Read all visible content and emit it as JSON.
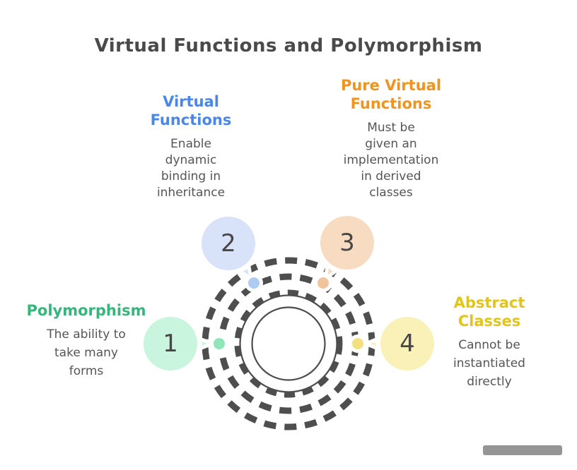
{
  "title": "Virtual Functions and Polymorphism",
  "colors": {
    "background": "#ffffff",
    "title_text": "#4a4a4a",
    "body_text": "#555555",
    "ring_dash": "#3b3b3b",
    "center_ring": "#ffffff"
  },
  "groups": {
    "polymorphism": {
      "number": "1",
      "heading": "Polymorphism",
      "heading_lines": [
        "Polymorphism"
      ],
      "body": "The ability to take many forms",
      "body_lines": [
        "The ability to",
        "take many",
        "forms"
      ],
      "accent": "#35b67c",
      "circle_fill": "#c9f4dd",
      "dot_fill": "#8fe6b8"
    },
    "virtual_functions": {
      "number": "2",
      "heading": "Virtual Functions",
      "heading_lines": [
        "Virtual",
        "Functions"
      ],
      "body": "Enable dynamic binding in inheritance",
      "body_lines": [
        "Enable",
        "dynamic",
        "binding in",
        "inheritance"
      ],
      "accent": "#4b87e8",
      "circle_fill": "#d8e2f8",
      "dot_fill": "#aecbf2"
    },
    "pure_virtual_functions": {
      "number": "3",
      "heading": "Pure Virtual Functions",
      "heading_lines": [
        "Pure Virtual",
        "Functions"
      ],
      "body": "Must be given an implementation in derived classes",
      "body_lines": [
        "Must be",
        "given an",
        "implementation",
        "in derived",
        "classes"
      ],
      "accent": "#f0941f",
      "circle_fill": "#f8dcc2",
      "dot_fill": "#f2c49c"
    },
    "abstract_classes": {
      "number": "4",
      "heading": "Abstract Classes",
      "heading_lines": [
        "Abstract",
        "Classes"
      ],
      "body": "Cannot be instantiated directly",
      "body_lines": [
        "Cannot be",
        "instantiated",
        "directly"
      ],
      "accent": "#e3c418",
      "circle_fill": "#faf1b8",
      "dot_fill": "#f3e07e"
    }
  }
}
